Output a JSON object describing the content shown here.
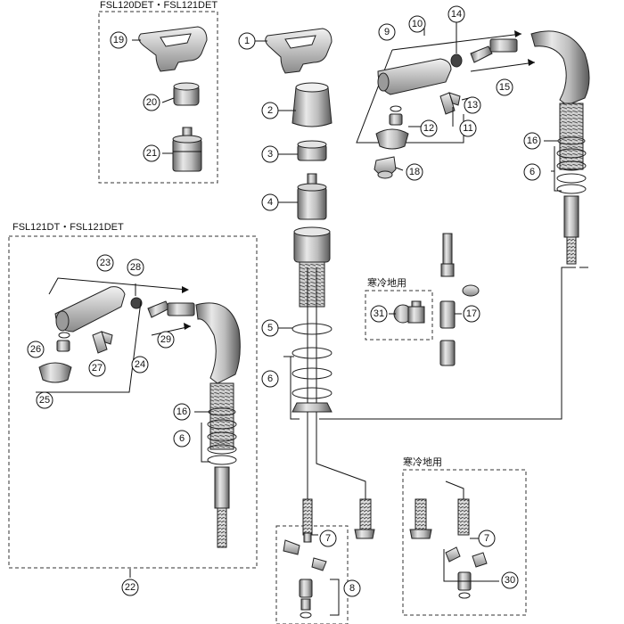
{
  "group_labels": {
    "top_left": "FSL120DET・FSL121DET",
    "mid_left": "FSL121DT・FSL121DET",
    "cold_mid": "寒冷地用",
    "cold_bottom": "寒冷地用"
  },
  "part_numbers": {
    "p1": "1",
    "p2": "2",
    "p3": "3",
    "p4": "4",
    "p5": "5",
    "p6a": "6",
    "p6b": "6",
    "p6c": "6",
    "p7a": "7",
    "p7b": "7",
    "p8": "8",
    "p9": "9",
    "p10": "10",
    "p11": "11",
    "p12": "12",
    "p13": "13",
    "p14": "14",
    "p15": "15",
    "p16a": "16",
    "p16b": "16",
    "p17": "17",
    "p18": "18",
    "p19": "19",
    "p20": "20",
    "p21": "21",
    "p22": "22",
    "p23": "23",
    "p24": "24",
    "p25": "25",
    "p26": "26",
    "p27": "27",
    "p28": "28",
    "p29": "29",
    "p30": "30",
    "p31": "31"
  }
}
